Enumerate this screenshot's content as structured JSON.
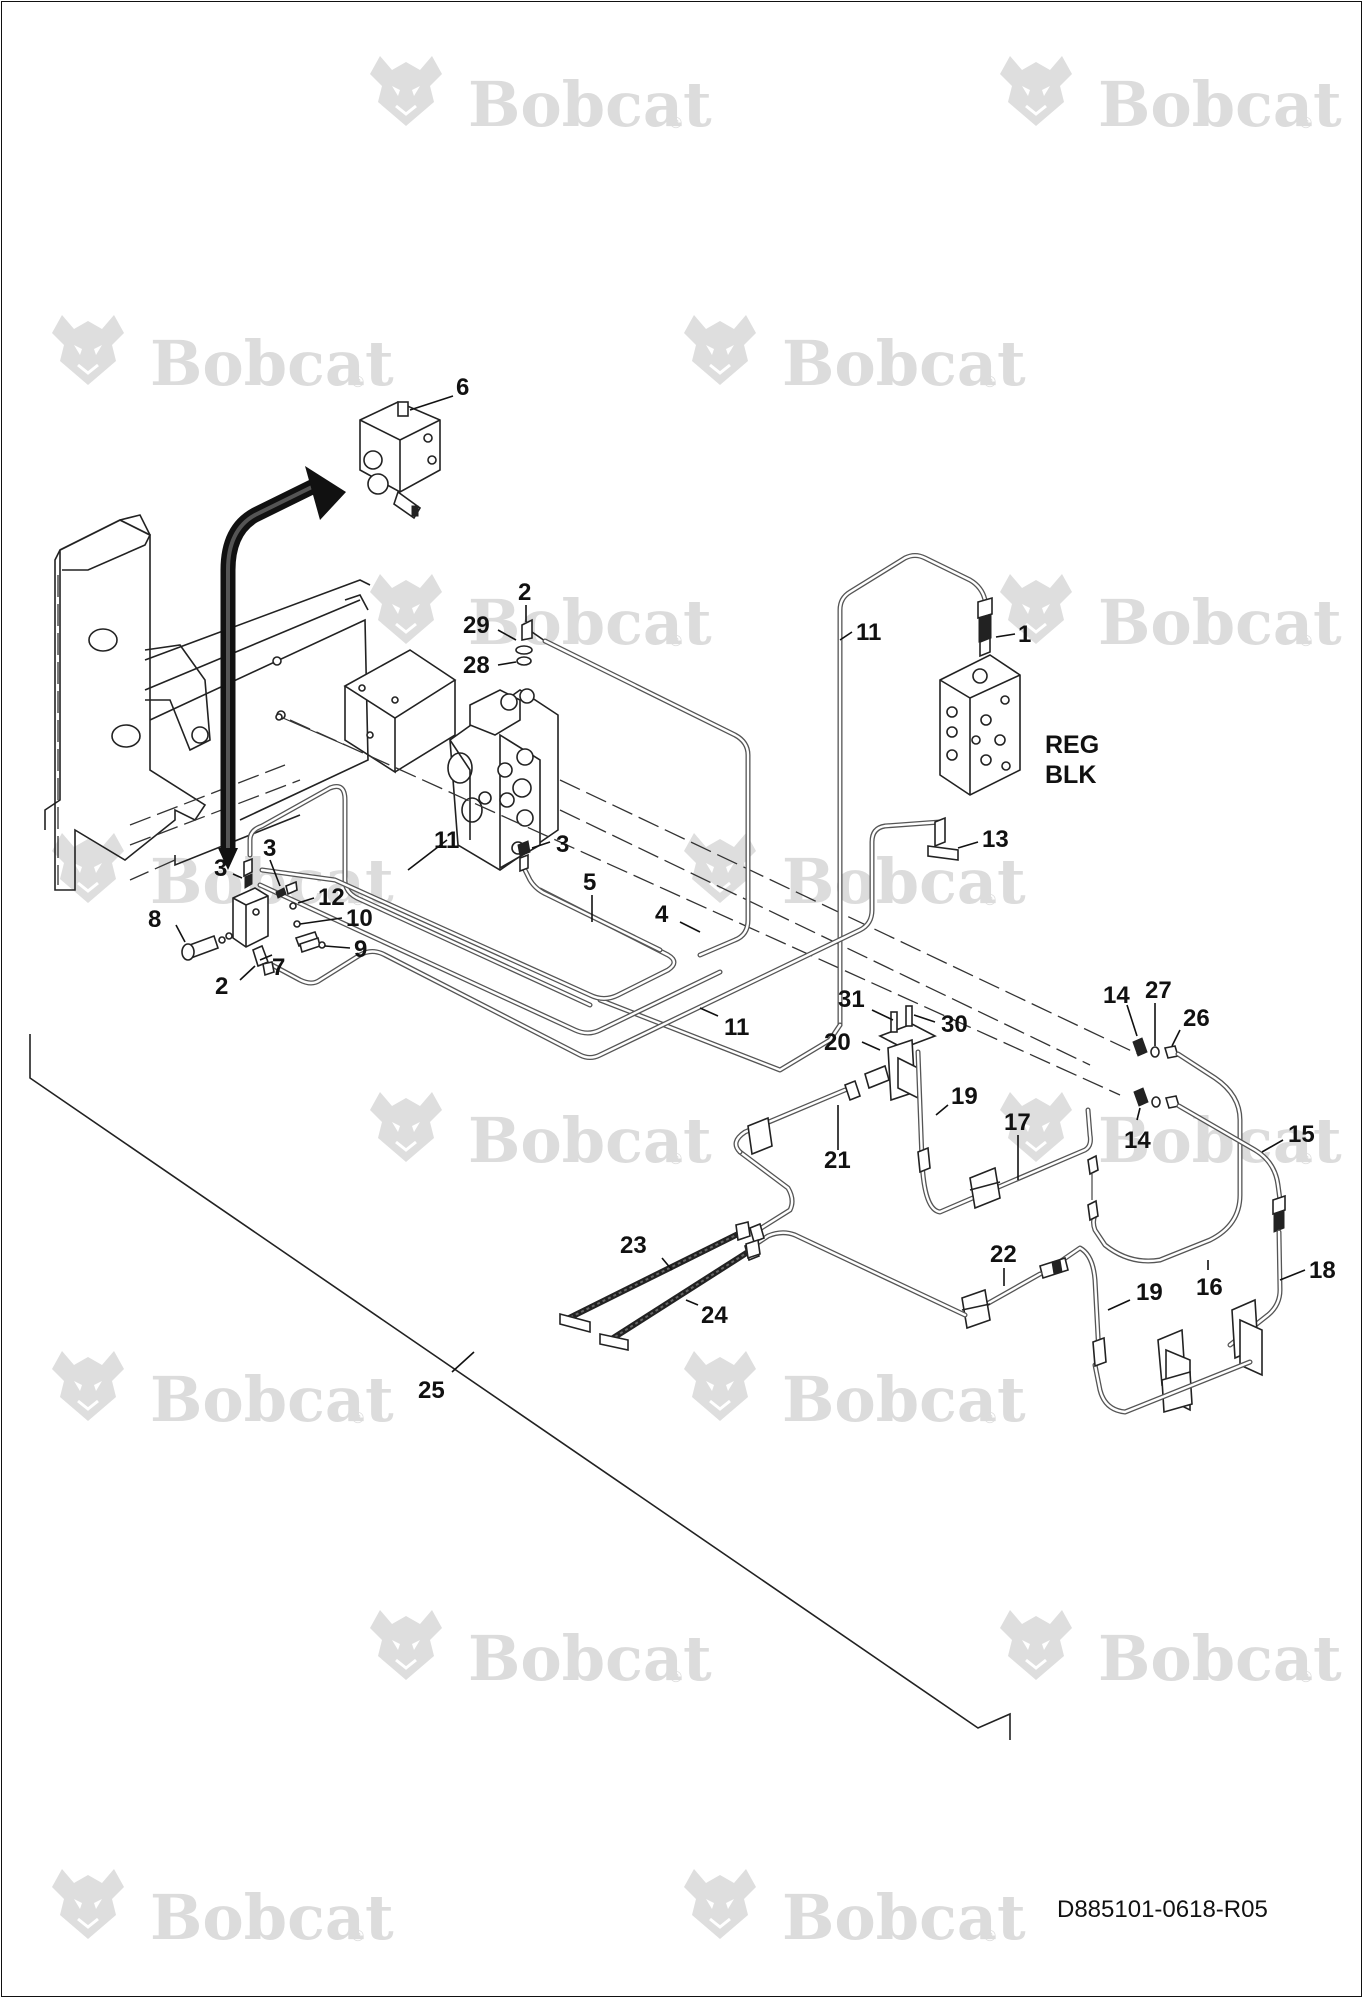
{
  "watermark": {
    "brand": "Bobcat",
    "reg": "®"
  },
  "labels": {
    "l1": "1",
    "l2a": "2",
    "l2b": "2",
    "l3a": "3",
    "l3b": "3",
    "l3c": "3",
    "l4": "4",
    "l5": "5",
    "l6": "6",
    "l7": "7",
    "l8": "8",
    "l9": "9",
    "l10": "10",
    "l11a": "11",
    "l11b": "11",
    "l11c": "11",
    "l12": "12",
    "l13": "13",
    "l14a": "14",
    "l14b": "14",
    "l15": "15",
    "l16": "16",
    "l17": "17",
    "l18": "18",
    "l19a": "19",
    "l19b": "19",
    "l20": "20",
    "l21": "21",
    "l22": "22",
    "l23": "23",
    "l24": "24",
    "l25": "25",
    "l26": "26",
    "l27": "27",
    "l28": "28",
    "l29": "29",
    "l30": "30",
    "l31": "31",
    "reg1": "REG",
    "reg2": "BLK"
  },
  "document_id": "D885101-0618-R05"
}
